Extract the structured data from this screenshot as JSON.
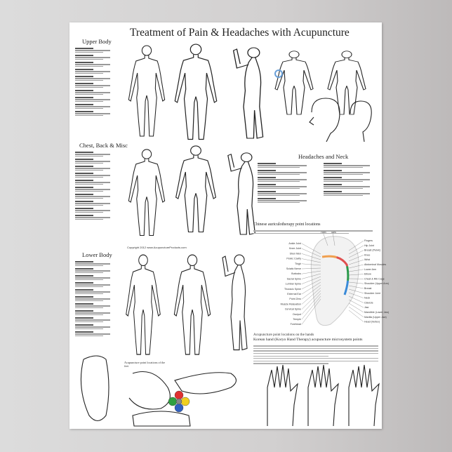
{
  "poster": {
    "title": "Treatment of  Pain & Headaches with Acupuncture",
    "sections": {
      "upper_body": "Upper Body",
      "chest_back": "Chest, Back & Misc",
      "lower_body": "Lower Body",
      "headaches_neck": "Headaches and Neck"
    },
    "copyright": "Copyright 2012 www.AcupunctureProducts.com",
    "auricular": {
      "title": "Chinese auriculotherapy point locations",
      "labels_left": [
        "Ankle Joint",
        "Knee Joint",
        "Shen Men",
        "Pelvic Cavity",
        "Thigh",
        "Sciatic Nerve",
        "Buttocks",
        "Sacral Spine",
        "Lumbar Spine",
        "Thoracic Spine",
        "External Ear",
        "Point Zero",
        "Muscle Relaxation",
        "Cervical Spine",
        "Occiput",
        "Temple",
        "Forehead"
      ],
      "labels_right": [
        "Fingers",
        "Hip Joint",
        "Breast (Pelvic)",
        "Knee",
        "Wrist",
        "Abdominal Muscles",
        "Lower Arm",
        "Elbow",
        "Chest & Rib Cage",
        "Shoulder (Upper Arm)",
        "Breast",
        "Shoulder Joint",
        "Neck",
        "Clavicle",
        "Jaw",
        "Mandible (Lower Jaw)",
        "Maxilla (Upper Jaw)",
        "Head (Vertex)"
      ],
      "labels_top": [
        "Heel",
        "Toes"
      ],
      "spine_colors": [
        "#f0a050",
        "#e05050",
        "#2a9a4a",
        "#3a8ad8"
      ]
    },
    "hands": {
      "title": "Acupuncture point locations on the hands",
      "subtitle": "Korean hand (Koryo Hand Therapy) acupuncture microsystem points"
    },
    "feet": {
      "caption": "Acupuncture point locations of the feet"
    },
    "five_elements_colors": [
      "#e03030",
      "#f0d020",
      "#3060c0",
      "#30a040",
      "#888888"
    ]
  }
}
